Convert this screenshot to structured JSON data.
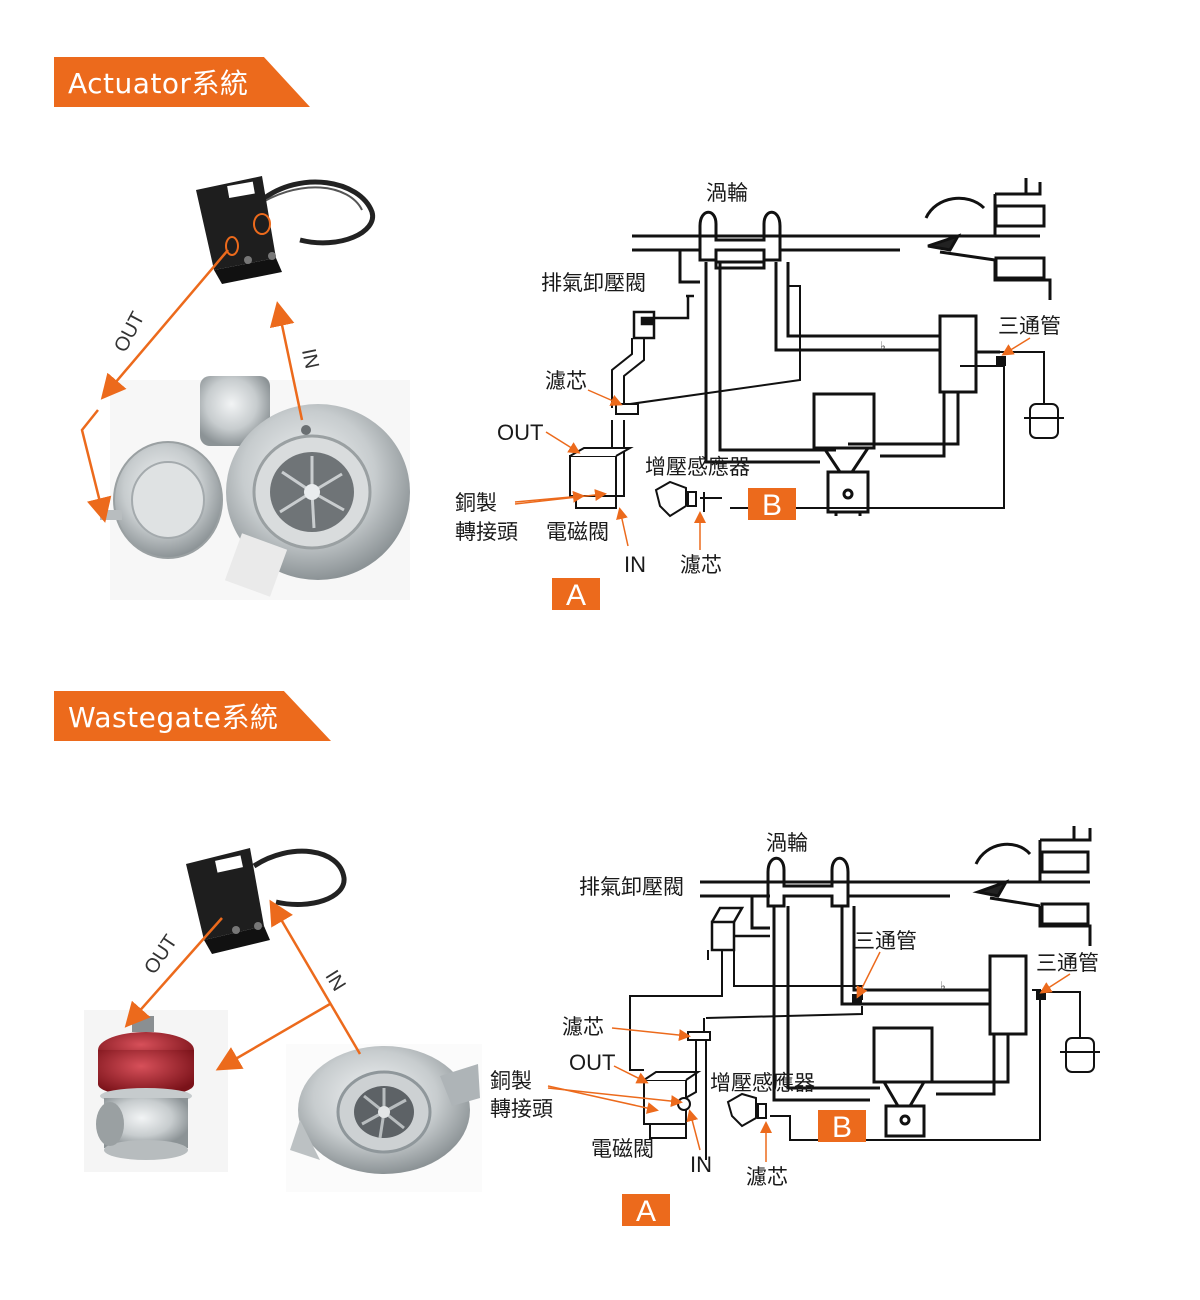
{
  "colors": {
    "accent": "#ec6a1c",
    "line": "#111111",
    "metal": "#cfd4d6",
    "metal_dark": "#8f979b",
    "solenoid": "#1f1f1f",
    "red_wastegate": "#a6202c"
  },
  "sections": [
    {
      "title": "Actuator系統",
      "photo": {
        "out_label": "OUT",
        "in_label": "IN",
        "solenoid_icon": "solenoid-valve-photo",
        "turbo_icon": "turbo-with-actuator-photo"
      },
      "diagram": {
        "turbine": "渦輪",
        "bov": "排氣卸壓閥",
        "filter_top": "濾芯",
        "out": "OUT",
        "copper": [
          "銅製",
          "轉接頭"
        ],
        "solenoid": "電磁閥",
        "in": "IN",
        "filter_bottom": "濾芯",
        "boost_sensor": "增壓感應器",
        "tee": "三通管",
        "badge_a": "A",
        "badge_b": "B"
      }
    },
    {
      "title": "Wastegate系統",
      "photo": {
        "out_label": "OUT",
        "in_label": "IN",
        "solenoid_icon": "solenoid-valve-photo",
        "wastegate_icon": "external-wastegate-photo",
        "turbo_icon": "garrett-turbo-photo"
      },
      "diagram": {
        "turbine": "渦輪",
        "bov": "排氣卸壓閥",
        "tee_mid": "三通管",
        "tee_right": "三通管",
        "filter_top": "濾芯",
        "out": "OUT",
        "copper": [
          "銅製",
          "轉接頭"
        ],
        "solenoid": "電磁閥",
        "in": "IN",
        "filter_bottom": "濾芯",
        "boost_sensor": "增壓感應器",
        "badge_a": "A",
        "badge_b": "B"
      }
    }
  ]
}
